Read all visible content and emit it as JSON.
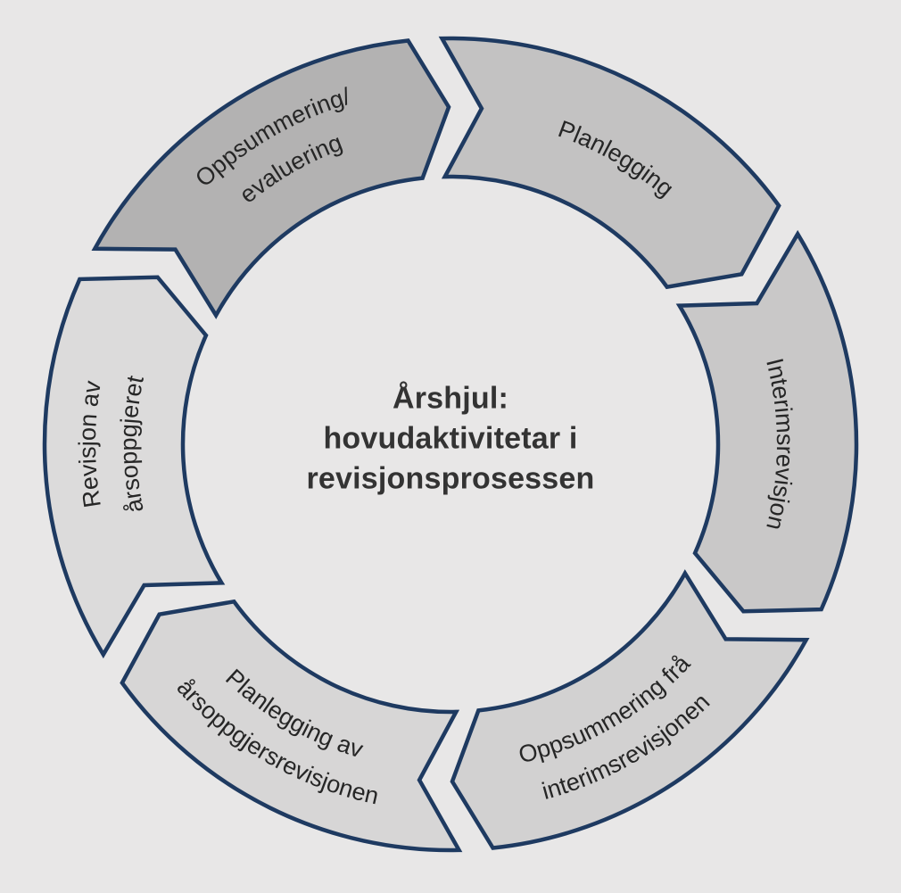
{
  "background_color": "#e8e7e7",
  "outline_color": "#1e3a61",
  "label_text_color": "#262626",
  "center_title": {
    "text_color": "#333333",
    "lines": [
      "Årshjul:",
      "hovudaktivitetar i",
      "revisjonsprosessen"
    ]
  },
  "cycle": {
    "direction": "clockwise",
    "segments": [
      {
        "id": "planlegging",
        "label_lines": [
          "Planlegging"
        ],
        "start_angle": 0,
        "end_angle": 60,
        "fill": "#c3c2c2",
        "text_side": "outer"
      },
      {
        "id": "interimsrevisjon",
        "label_lines": [
          "Interimsrevisjon"
        ],
        "start_angle": 60,
        "end_angle": 120,
        "fill": "#c9c8c8",
        "text_side": "outer"
      },
      {
        "id": "oppsummering-fra-interimsrevisjonen",
        "label_lines": [
          "Oppsummering frå",
          "interimsrevisjonen"
        ],
        "start_angle": 120,
        "end_angle": 180,
        "fill": "#d2d1d1",
        "text_side": "inner"
      },
      {
        "id": "planlegging-av-arsoppgjersrevisjonen",
        "label_lines": [
          "Planlegging av",
          "årsoppgjersrevisjonen"
        ],
        "start_angle": 180,
        "end_angle": 240,
        "fill": "#d7d6d6",
        "text_side": "inner"
      },
      {
        "id": "revisjon-av-arsoppgjeret",
        "label_lines": [
          "Revisjon av",
          "årsoppgjeret"
        ],
        "start_angle": 240,
        "end_angle": 300,
        "fill": "#dcdbdb",
        "text_side": "outer"
      },
      {
        "id": "oppsummering-evaluering",
        "label_lines": [
          "Oppsummering/",
          "evaluering"
        ],
        "start_angle": 300,
        "end_angle": 360,
        "fill": "#b3b2b2",
        "text_side": "outer"
      }
    ]
  }
}
